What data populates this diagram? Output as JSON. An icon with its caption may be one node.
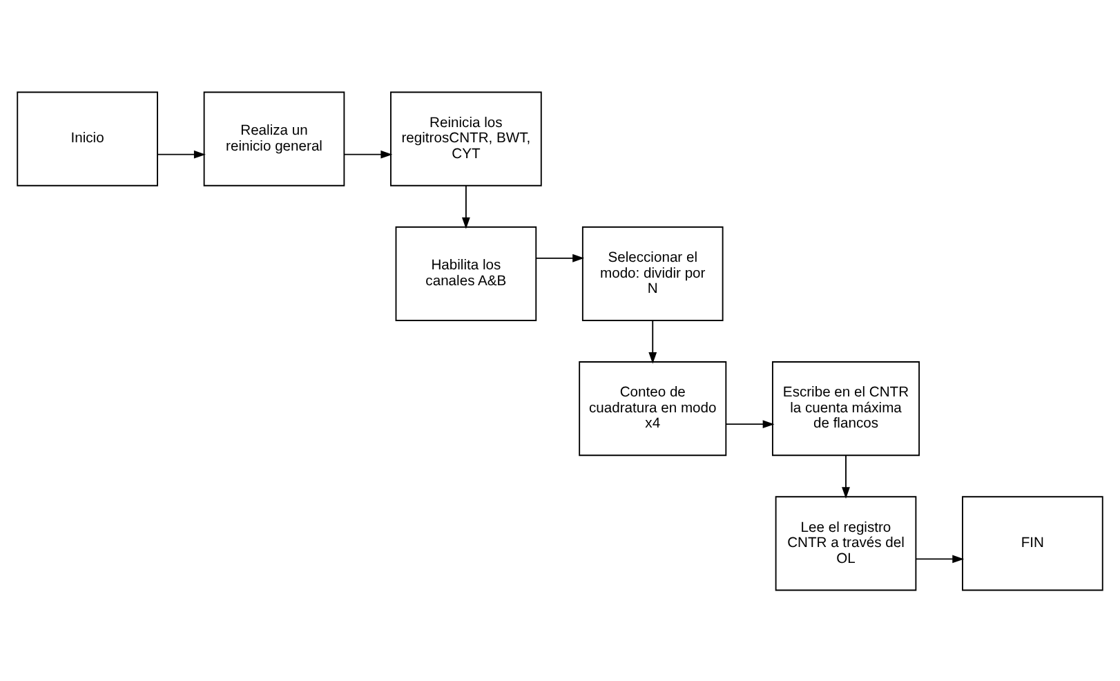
{
  "diagram": {
    "nodes": [
      {
        "text": [
          "Inicio"
        ]
      },
      {
        "text": [
          "Realiza un reinicio general"
        ]
      },
      {
        "text": [
          "Reinicia los regitrosCNTR, BWT, CYT"
        ]
      },
      {
        "text": [
          "Habilita los canales A&B"
        ]
      },
      {
        "text": [
          "Seleccionar el modo: dividir por N"
        ]
      },
      {
        "text": [
          "Conteo de cuadratura en modo x4"
        ]
      },
      {
        "text": [
          "Escribe en el CNTR la cuenta máxima de flancos"
        ]
      },
      {
        "text": [
          "Lee el registro CNTR a través del OL"
        ]
      },
      {
        "text": [
          "FIN"
        ]
      }
    ],
    "edges": [
      {
        "from": 0,
        "to": 1,
        "arrow": "to"
      },
      {
        "from": 1,
        "to": 2,
        "arrow": "to"
      },
      {
        "from": 2,
        "to": 3,
        "arrow": "to"
      },
      {
        "from": 3,
        "to": 4,
        "arrow": "to"
      },
      {
        "from": 4,
        "to": 5,
        "arrow": "to"
      },
      {
        "from": 5,
        "to": 6,
        "arrow": "to"
      },
      {
        "from": 6,
        "to": 7,
        "arrow": "to"
      },
      {
        "from": 7,
        "to": 8,
        "arrow": "to"
      }
    ]
  }
}
